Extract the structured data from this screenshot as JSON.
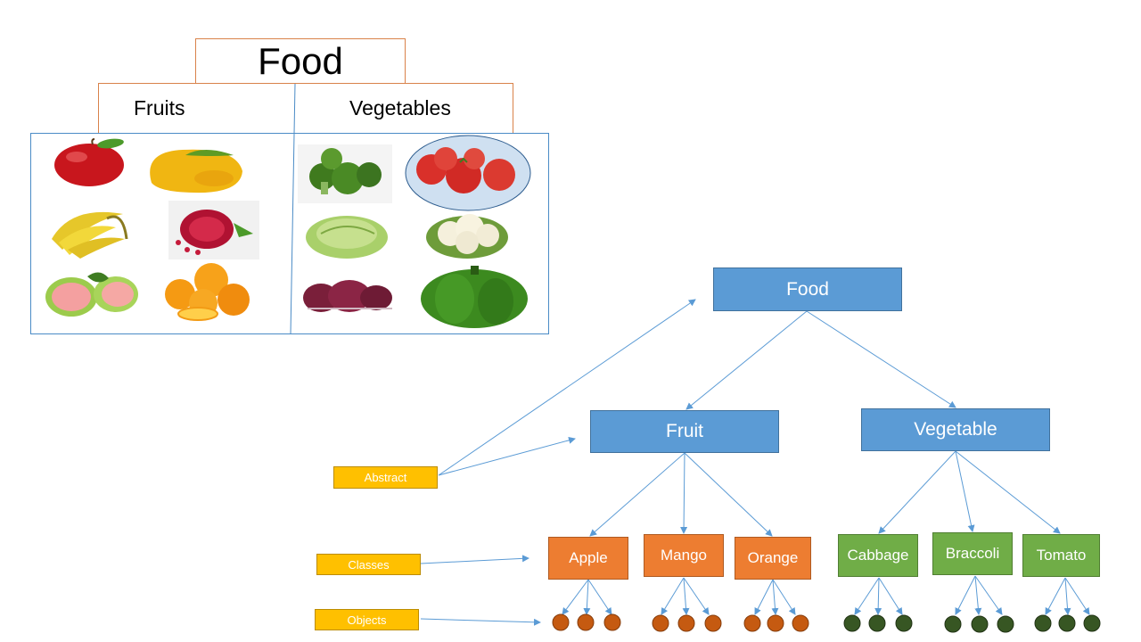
{
  "left_table": {
    "title": "Food",
    "columns": [
      "Fruits",
      "Vegetables"
    ],
    "fruit_images": [
      "apple",
      "mango",
      "bananas",
      "pomegranate",
      "guava",
      "oranges"
    ],
    "vegetable_images": [
      "broccoli",
      "tomatoes",
      "cabbage",
      "cauliflower",
      "onions",
      "bell-pepper"
    ]
  },
  "hierarchy": {
    "root": "Food",
    "categories": [
      {
        "label": "Fruit",
        "classes": [
          "Apple",
          "Mango",
          "Orange"
        ]
      },
      {
        "label": "Vegetable",
        "classes": [
          "Cabbage",
          "Braccoli",
          "Tomato"
        ]
      }
    ]
  },
  "tags": {
    "abstract": "Abstract",
    "classes": "Classes",
    "objects": "Objects"
  },
  "colors": {
    "abstract_node": "#5b9bd5",
    "fruit_class": "#ed7d31",
    "vegetable_class": "#70ad47",
    "tag": "#ffc000",
    "fruit_object": "#c55a11",
    "vegetable_object": "#375623",
    "connector": "#5b9bd5"
  }
}
